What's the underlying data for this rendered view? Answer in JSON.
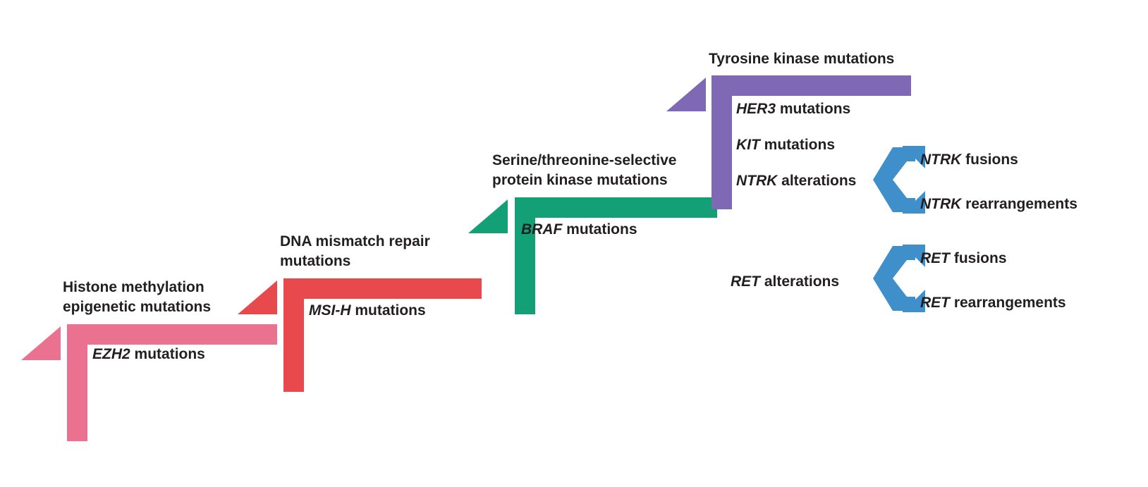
{
  "diagram": {
    "title": "Actionable molecular alterations staircase",
    "background": "#ffffff"
  },
  "steps": [
    {
      "id": "histone",
      "color": "#ea7190",
      "header": "Histone methylation\nepigenetic mutations",
      "items": [
        {
          "gene": "EZH2",
          "rest": " mutations"
        }
      ]
    },
    {
      "id": "mmr",
      "color": "#e7494c",
      "header": "DNA mismatch repair\nmutations",
      "items": [
        {
          "gene": "MSI-H",
          "rest": " mutations"
        }
      ]
    },
    {
      "id": "serine-threonine",
      "color": "#14a077",
      "header": "Serine/threonine-selective\nprotein kinase mutations",
      "items": [
        {
          "gene": "BRAF",
          "rest": " mutations"
        }
      ]
    },
    {
      "id": "tyrosine-kinase",
      "color": "#7f69b4",
      "header": "Tyrosine kinase mutations",
      "items": [
        {
          "gene": "HER3",
          "rest": " mutations"
        },
        {
          "gene": "KIT",
          "rest": " mutations"
        },
        {
          "gene": "NTRK",
          "rest": " alterations"
        }
      ]
    }
  ],
  "branches": [
    {
      "id": "ntrk",
      "color": "#3f8fcb",
      "source": {
        "gene": "NTRK",
        "rest": " alterations"
      },
      "targets": [
        {
          "gene": "NTRK",
          "rest": " fusions"
        },
        {
          "gene": "NTRK",
          "rest": " rearrangements"
        }
      ]
    },
    {
      "id": "ret",
      "color": "#3f8fcb",
      "source": {
        "gene": "RET",
        "rest": " alterations"
      },
      "targets": [
        {
          "gene": "RET",
          "rest": " fusions"
        },
        {
          "gene": "RET",
          "rest": " rearrangements"
        }
      ]
    }
  ],
  "icons": {
    "step_arrowhead": "triangle-up-left-icon",
    "branch": "branch-chevron-icon"
  }
}
